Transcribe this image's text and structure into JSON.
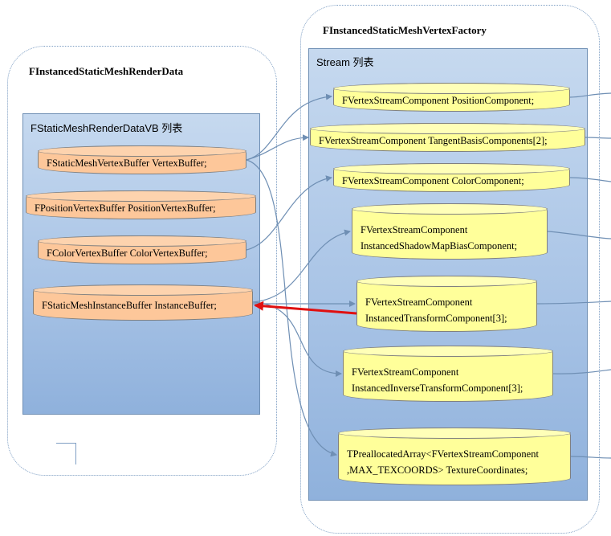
{
  "left": {
    "title": "FInstancedStaticMeshRenderData",
    "panel_title": "FStaticMeshRenderDataVB 列表",
    "items": [
      "FStaticMeshVertexBuffer VertexBuffer;",
      "FPositionVertexBuffer PositionVertexBuffer;",
      "FColorVertexBuffer ColorVertexBuffer;",
      "FStaticMeshInstanceBuffer InstanceBuffer;"
    ]
  },
  "right": {
    "title": "FInstancedStaticMeshVertexFactory",
    "panel_title": "Stream 列表",
    "items": [
      {
        "line1": "FVertexStreamComponent PositionComponent;"
      },
      {
        "line1": "FVertexStreamComponent TangentBasisComponents[2];"
      },
      {
        "line1": "FVertexStreamComponent ColorComponent;"
      },
      {
        "line1": "FVertexStreamComponent",
        "line2": "InstancedShadowMapBiasComponent;"
      },
      {
        "line1": "FVertexStreamComponent",
        "line2": "InstancedTransformComponent[3];"
      },
      {
        "line1": "FVertexStreamComponent",
        "line2": "InstancedInverseTransformComponent[3];"
      },
      {
        "line1": "TPreallocatedArray<FVertexStreamComponent",
        "line2": ",MAX_TEXCOORDS> TextureCoordinates;"
      }
    ]
  },
  "colors": {
    "connector": "#6f8fb4",
    "highlight_arrow": "#e01010",
    "buffer_fill": "#fdc79a",
    "stream_fill": "#ffff9a"
  }
}
